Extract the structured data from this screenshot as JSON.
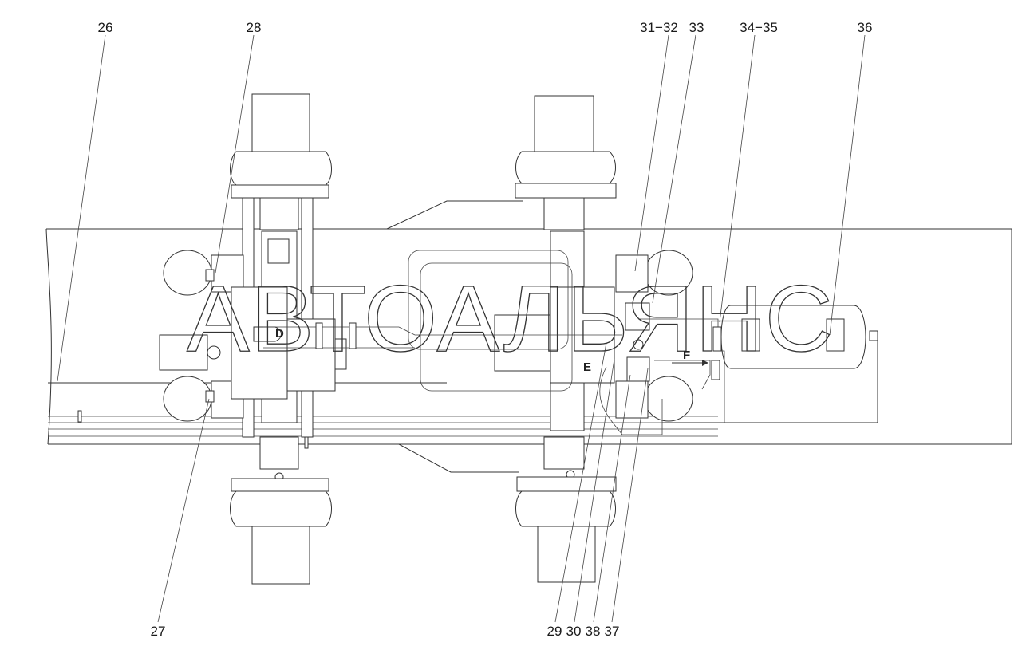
{
  "diagram": {
    "callouts_top": [
      "26",
      "28",
      "31−32",
      "33",
      "34−35",
      "36"
    ],
    "callouts_bottom": [
      "27",
      "29",
      "30",
      "38",
      "37"
    ],
    "markers": [
      "D",
      "E",
      "F"
    ],
    "watermark": "АВТОАЛЬЯНС"
  }
}
